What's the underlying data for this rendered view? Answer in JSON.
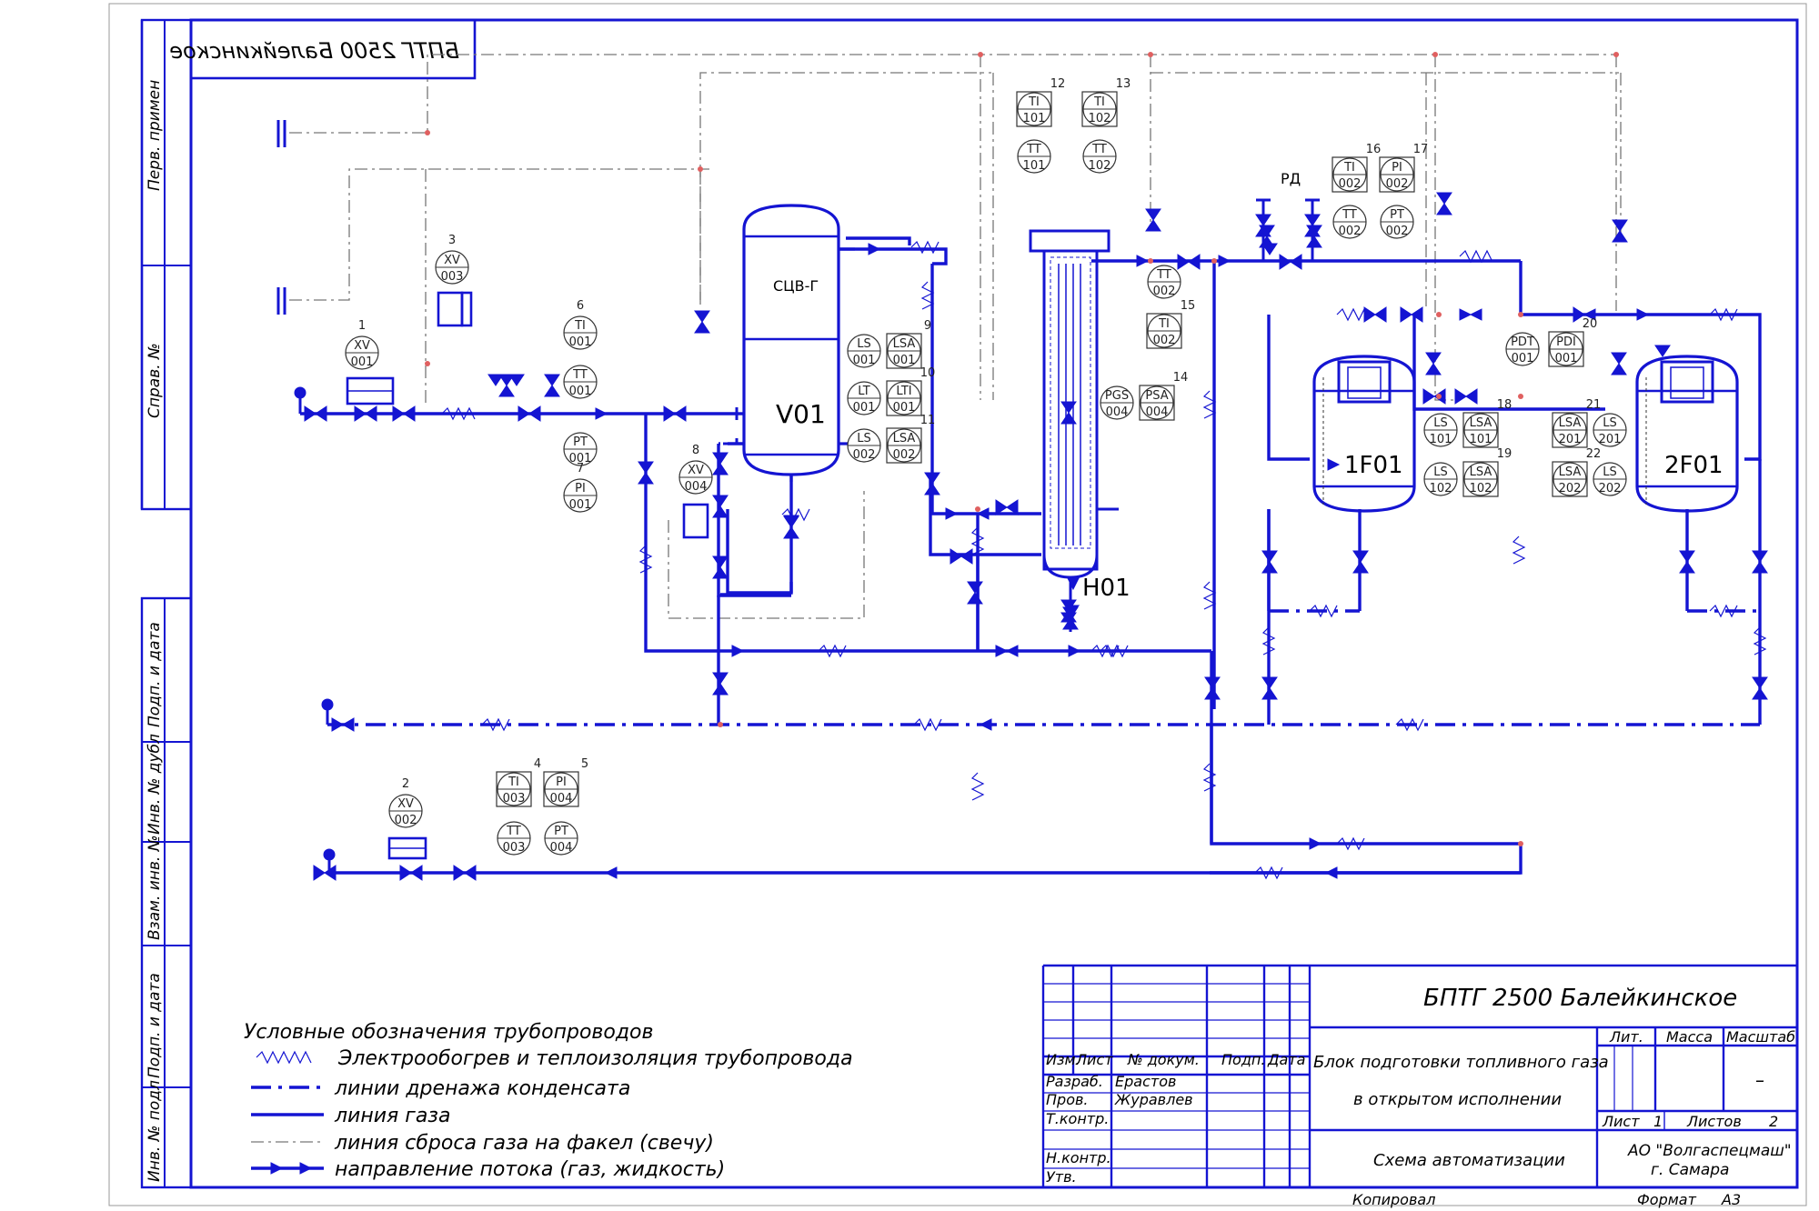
{
  "drawing": {
    "stamp_title_mirrored": "БПТГ 2500 Балейкинское",
    "side_labels": [
      "Перв. примен",
      "Справ. №",
      "Подп. и дата",
      "Инв. № дубл",
      "Взам. инв. №",
      "Подп. и дата",
      "Инв. № подл"
    ],
    "equipment": [
      {
        "tag": "V01",
        "label": "СЦВ-Г"
      },
      {
        "tag": "H01"
      },
      {
        "tag": "1F01"
      },
      {
        "tag": "2F01"
      }
    ],
    "marker_rd": "РД",
    "instruments": [
      {
        "pos": "1",
        "code": "XV",
        "num": "001"
      },
      {
        "pos": "3",
        "code": "XV",
        "num": "003"
      },
      {
        "pos": "6",
        "code": "TI",
        "num": "001"
      },
      {
        "pos": "",
        "code": "TT",
        "num": "001"
      },
      {
        "pos": "",
        "code": "PT",
        "num": "001"
      },
      {
        "pos": "7",
        "code": "PI",
        "num": "001"
      },
      {
        "pos": "8",
        "code": "XV",
        "num": "004"
      },
      {
        "pos": "",
        "code": "LS",
        "num": "001"
      },
      {
        "pos": "9",
        "code": "LSA",
        "num": "001"
      },
      {
        "pos": "",
        "code": "LT",
        "num": "001"
      },
      {
        "pos": "10",
        "code": "LTI",
        "num": "001"
      },
      {
        "pos": "",
        "code": "LS",
        "num": "002"
      },
      {
        "pos": "11",
        "code": "LSA",
        "num": "002"
      },
      {
        "pos": "12",
        "code": "TI",
        "num": "101"
      },
      {
        "pos": "",
        "code": "TT",
        "num": "101"
      },
      {
        "pos": "13",
        "code": "TI",
        "num": "102"
      },
      {
        "pos": "",
        "code": "TT",
        "num": "102"
      },
      {
        "pos": "",
        "code": "TT",
        "num": "002"
      },
      {
        "pos": "15",
        "code": "TI",
        "num": "002"
      },
      {
        "pos": "",
        "code": "PGS",
        "num": "004"
      },
      {
        "pos": "14",
        "code": "PSA",
        "num": "004"
      },
      {
        "pos": "16",
        "code": "TI",
        "num": "002"
      },
      {
        "pos": "",
        "code": "TT",
        "num": "002"
      },
      {
        "pos": "17",
        "code": "PI",
        "num": "002"
      },
      {
        "pos": "",
        "code": "PT",
        "num": "002"
      },
      {
        "pos": "",
        "code": "PDT",
        "num": "001"
      },
      {
        "pos": "20",
        "code": "PDI",
        "num": "001"
      },
      {
        "pos": "",
        "code": "LS",
        "num": "101"
      },
      {
        "pos": "18",
        "code": "LSA",
        "num": "101"
      },
      {
        "pos": "",
        "code": "LS",
        "num": "102"
      },
      {
        "pos": "19",
        "code": "LSA",
        "num": "102"
      },
      {
        "pos": "21",
        "code": "LSA",
        "num": "201"
      },
      {
        "pos": "",
        "code": "LS",
        "num": "201"
      },
      {
        "pos": "22",
        "code": "LSA",
        "num": "202"
      },
      {
        "pos": "",
        "code": "LS",
        "num": "202"
      },
      {
        "pos": "2",
        "code": "XV",
        "num": "002"
      },
      {
        "pos": "4",
        "code": "TI",
        "num": "003"
      },
      {
        "pos": "",
        "code": "TT",
        "num": "003"
      },
      {
        "pos": "5",
        "code": "PI",
        "num": "004"
      },
      {
        "pos": "",
        "code": "PT",
        "num": "004"
      }
    ]
  },
  "legend": {
    "title": "Условные обозначения трубопроводов",
    "items": [
      "Электрообогрев и теплоизоляция трубопровода",
      "линии дренажа конденсата",
      "линия газа",
      "линия сброса газа на факел (свечу)",
      "направление потока (газ, жидкость)"
    ]
  },
  "title_block": {
    "project": "БПТГ 2500 Балейкинское",
    "desc_line1": "Блок подготовки топливного газа",
    "desc_line2": "в открытом исполнении",
    "drawing_name": "Схема автоматизации",
    "company": "АО \"Волгаспецмаш\"",
    "city": "г. Самара",
    "col_izm": "Изм.",
    "col_list": "Лист",
    "col_doc": "№ докум.",
    "col_podp": "Подп.",
    "col_data": "Дата",
    "row_razrab": "Разраб.",
    "row_prov": "Пров.",
    "row_tkontr": "Т.контр.",
    "row_nkontr": "Н.контр.",
    "row_utv": "Утв.",
    "name_razrab": "Ерастов",
    "name_prov": "Журавлев",
    "lit": "Лит.",
    "massa": "Масса",
    "masshtab": "Масштаб",
    "scale_value": "–",
    "sheet_label": "Лист",
    "sheet_value": "1",
    "sheets_label": "Листов",
    "sheets_value": "2",
    "copied": "Копировал",
    "format_label": "Формат",
    "format_value": "А3"
  }
}
